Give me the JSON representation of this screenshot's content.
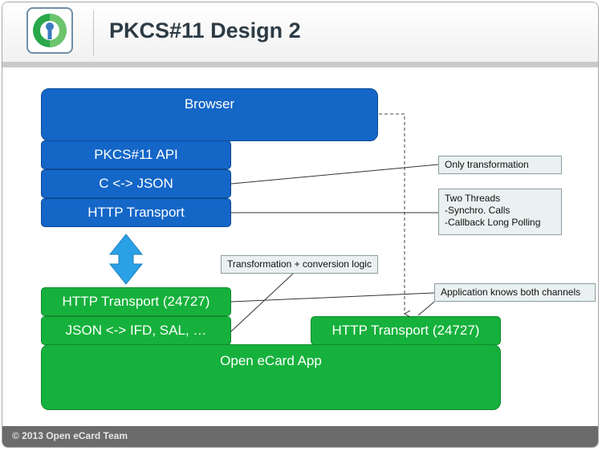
{
  "header": {
    "title": "PKCS#11 Design 2"
  },
  "footer": {
    "copyright": "© 2013 Open eCard Team"
  },
  "diagram": {
    "browser_stack": {
      "browser": "Browser",
      "pkcs11_api": "PKCS#11 API",
      "c_json": "C <-> JSON",
      "http_transport": "HTTP Transport"
    },
    "app_stack": {
      "http_transport_left": "HTTP Transport (24727)",
      "json_ifd": "JSON <-> IFD, SAL, …",
      "http_transport_right": "HTTP Transport (24727)",
      "open_ecard_app": "Open eCard App"
    },
    "callouts": {
      "only_transformation": "Only transformation",
      "two_threads": [
        "Two Threads",
        "-Synchro. Calls",
        "-Callback Long Polling"
      ],
      "transformation_logic": "Transformation + conversion logic",
      "app_channels": "Application knows both channels"
    }
  },
  "colors": {
    "blue": "#1466c7",
    "green": "#16b13c",
    "arrow": "#2aa0e6"
  }
}
